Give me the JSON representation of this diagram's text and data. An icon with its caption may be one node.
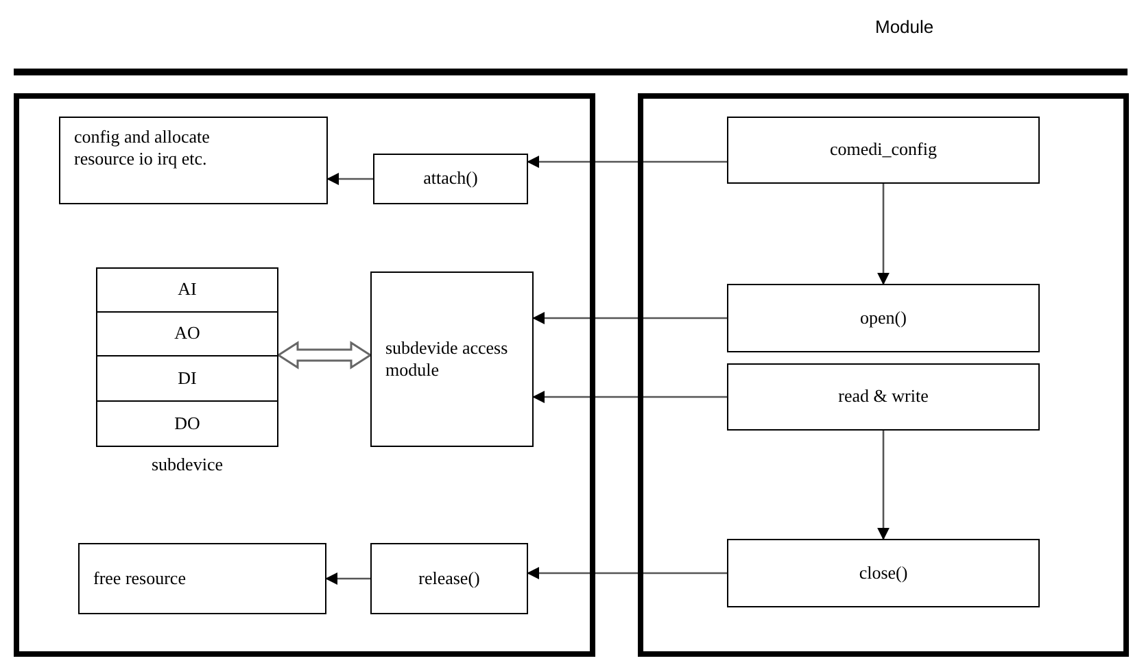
{
  "diagram": {
    "nodes": [
      {
        "text": [],
        "shape": "box"
      },
      {
        "text": [],
        "shape": "box"
      },
      {
        "text": [
          "config and allocate resource io irq etc."
        ],
        "in": 0
      },
      {
        "text": [
          "attach()"
        ],
        "in": 0
      },
      {
        "text": [
          "AI"
        ],
        "in": 0
      },
      {
        "text": [
          "AO"
        ],
        "in": 0
      },
      {
        "text": [
          "DI"
        ],
        "in": 0
      },
      {
        "text": [
          "DO"
        ],
        "in": 0,
        "beside": [
          "subdevice"
        ]
      },
      {
        "text": [
          "subdevide access module"
        ],
        "in": 0
      },
      {
        "text": [
          "free resource"
        ],
        "in": 0
      },
      {
        "text": [
          "release()"
        ],
        "in": 0
      },
      {
        "text": [
          "comedi_config"
        ],
        "in": 1
      },
      {
        "text": [
          "open()"
        ],
        "in": 1
      },
      {
        "text": [
          "read & write"
        ],
        "in": 1
      },
      {
        "text": [
          "close()"
        ],
        "in": 1
      }
    ],
    "edges": [
      {
        "from": 11,
        "to": 3,
        "arrow": "to"
      },
      {
        "from": 3,
        "to": 2,
        "arrow": "to"
      },
      {
        "from": 11,
        "to": 12,
        "arrow": "to"
      },
      {
        "from": 12,
        "to": 8,
        "arrow": "to"
      },
      {
        "from": 13,
        "to": 8,
        "arrow": "to"
      },
      {
        "from": 13,
        "to": 14,
        "arrow": "to"
      },
      {
        "from": 14,
        "to": 10,
        "arrow": "to"
      },
      {
        "from": 10,
        "to": 9,
        "arrow": "to"
      },
      {
        "from": 5,
        "to": 8,
        "arrow": "both",
        "style": "thick"
      }
    ],
    "labels": [
      "Module"
    ]
  }
}
